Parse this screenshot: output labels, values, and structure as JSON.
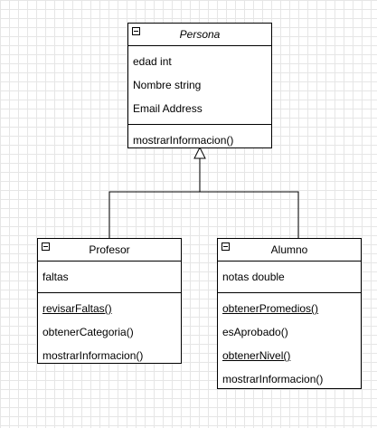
{
  "diagram": {
    "classes": {
      "persona": {
        "name": "Persona",
        "abstract": true,
        "attributes": [
          "edad int",
          "Nombre string",
          "Email Address"
        ],
        "operations": [
          {
            "label": "mostrarInformacion()",
            "static": false
          }
        ]
      },
      "profesor": {
        "name": "Profesor",
        "abstract": false,
        "attributes": [
          "faltas"
        ],
        "operations": [
          {
            "label": "revisarFaltas()",
            "static": true
          },
          {
            "label": "obtenerCategoria()",
            "static": false
          },
          {
            "label": "mostrarInformacion()",
            "static": false
          }
        ]
      },
      "alumno": {
        "name": "Alumno",
        "abstract": false,
        "attributes": [
          "notas double"
        ],
        "operations": [
          {
            "label": "obtenerPromedios()",
            "static": true
          },
          {
            "label": "esAprobado()",
            "static": false
          },
          {
            "label": "obtenerNivel()",
            "static": true
          },
          {
            "label": "mostrarInformacion()",
            "static": false
          }
        ]
      }
    },
    "relations": [
      {
        "type": "generalization",
        "from": "profesor",
        "to": "persona"
      },
      {
        "type": "generalization",
        "from": "alumno",
        "to": "persona"
      }
    ],
    "colors": {
      "line": "#000000",
      "box_fill": "#ffffff",
      "grid": "#e6e6e6"
    }
  }
}
